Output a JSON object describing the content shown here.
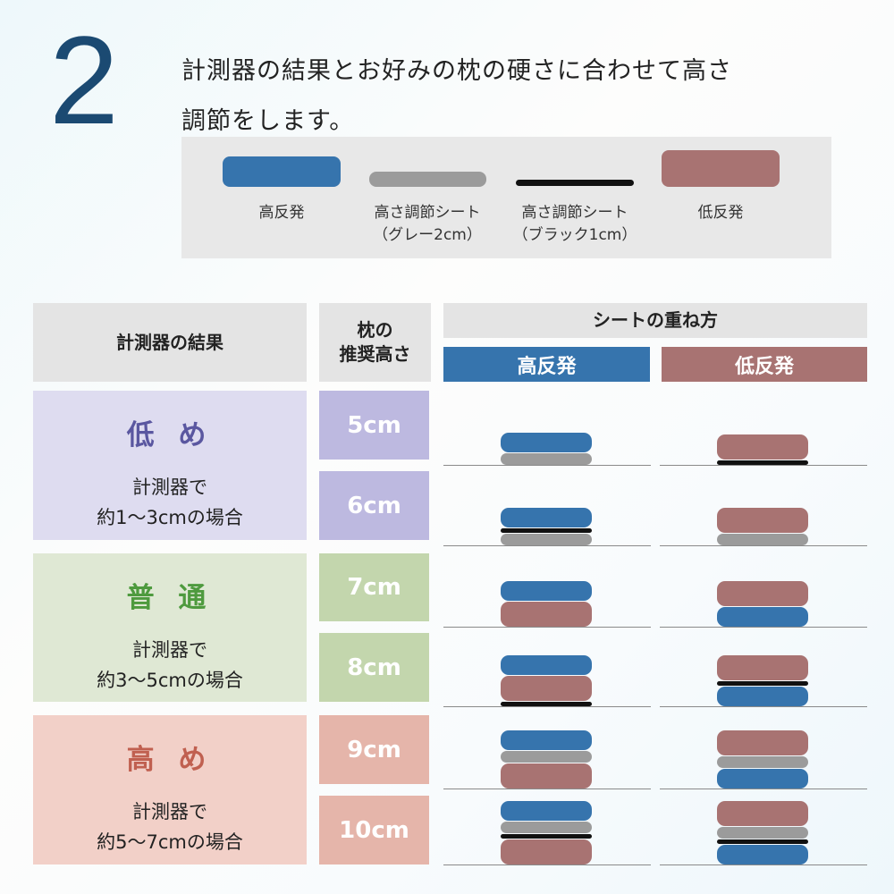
{
  "step_number": "2",
  "intro": {
    "line1": "計測器の結果とお好みの枕の硬さに合わせて高さ",
    "line2": "調節をします。"
  },
  "legend": [
    {
      "label": "高反発",
      "sub": "",
      "color": "#3674ad"
    },
    {
      "label": "高さ調節シート",
      "sub": "（グレー2cm）",
      "color": "#9b9b9b"
    },
    {
      "label": "高さ調節シート",
      "sub": "（ブラック1cm）",
      "color": "#111111"
    },
    {
      "label": "低反発",
      "sub": "",
      "color": "#a87372"
    }
  ],
  "table": {
    "col_result": "計測器の結果",
    "col_height_1": "枕の",
    "col_height_2": "推奨高さ",
    "col_stack": "シートの重ね方",
    "tab_high": "高反発",
    "tab_low": "低反発",
    "groups": [
      {
        "title": "低 め",
        "desc1": "計測器で",
        "desc2": "約1〜3cmの場合"
      },
      {
        "title": "普 通",
        "desc1": "計測器で",
        "desc2": "約3〜5cmの場合"
      },
      {
        "title": "高 め",
        "desc1": "計測器で",
        "desc2": "約5〜7cmの場合"
      }
    ],
    "rows": [
      {
        "height": "5cm",
        "high_stack": [
          "blue",
          "gray"
        ],
        "low_stack": [
          "pink",
          "black"
        ]
      },
      {
        "height": "6cm",
        "high_stack": [
          "blue",
          "black",
          "gray"
        ],
        "low_stack": [
          "pink",
          "gray"
        ]
      },
      {
        "height": "7cm",
        "high_stack": [
          "blue",
          "pink"
        ],
        "low_stack": [
          "pink",
          "blue"
        ]
      },
      {
        "height": "8cm",
        "high_stack": [
          "blue",
          "pink",
          "black"
        ],
        "low_stack": [
          "pink",
          "black",
          "blue"
        ]
      },
      {
        "height": "9cm",
        "high_stack": [
          "blue",
          "gray",
          "pink"
        ],
        "low_stack": [
          "pink",
          "gray",
          "blue"
        ]
      },
      {
        "height": "10cm",
        "high_stack": [
          "blue",
          "gray",
          "black",
          "pink"
        ],
        "low_stack": [
          "pink",
          "gray",
          "black",
          "blue"
        ]
      }
    ]
  },
  "colors": {
    "blue": "#3674ad",
    "pink": "#a87372",
    "gray": "#9b9b9b",
    "black": "#111111"
  }
}
